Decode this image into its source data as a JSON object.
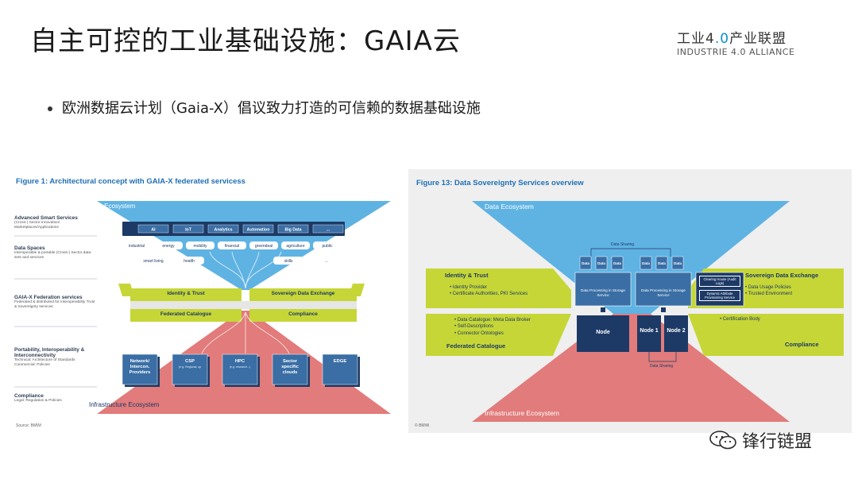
{
  "title": "自主可控的工业基础设施：GAIA云",
  "logo": {
    "top_prefix": "工业4",
    "top_accent": ".0",
    "top_suffix": "产业联盟",
    "bottom": "INDUSTRIE 4.0 ALLIANCE"
  },
  "bullet": "欧洲数据云计划（Gaia-X）倡议致力打造的可信赖的数据基础设施",
  "figure1": {
    "title": "Figure 1: Architectural concept with GAIA-X federated servicess",
    "top_label": "Data Ecosystem",
    "bottom_label": "Infrastructure Ecosystem",
    "source": "Source: BMWi",
    "side_labels": [
      {
        "heading": "Advanced Smart Services",
        "sub": "(Cross-) Sector Innovation/ Marketplaces/Applications"
      },
      {
        "heading": "Data Spaces",
        "sub": "Interoperable & portable (Cross-) Sector data-sets and services"
      },
      {
        "heading": "GAIA-X Federation services",
        "sub": "Federated & distributed for interoperability Trust & Sovereignty services"
      },
      {
        "heading": "Portability, Interoperability & Interconnectivity",
        "sub": "Technical: Architecture of Standards Commercial: Policies"
      },
      {
        "heading": "Compliance",
        "sub": "Legal: Regulation & Policies"
      }
    ],
    "smart_services": [
      "AI",
      "IoT",
      "Analytics",
      "Automation",
      "Big Data",
      "..."
    ],
    "data_domains_row1": [
      "industrial",
      "energy",
      "mobility",
      "financial",
      "greendeal",
      "agriculture",
      "public"
    ],
    "data_domains_row2": [
      "smart living",
      "health",
      "skills",
      "..."
    ],
    "federation_left_top": "Identity & Trust",
    "federation_right_top": "Sovereign Data Exchange",
    "federation_left_bottom": "Federated Catalogue",
    "federation_right_bottom": "Compliance",
    "infra_boxes": [
      {
        "title": "Network/ Intercon. Providers",
        "sub": ""
      },
      {
        "title": "CSP",
        "sub": "(e.g. Regional, specialized, Hyperscaler)"
      },
      {
        "title": "HPC",
        "sub": "(e.g. research...)"
      },
      {
        "title": "Sector specific clouds",
        "sub": ""
      },
      {
        "title": "EDGE",
        "sub": ""
      }
    ]
  },
  "figure2": {
    "title": "Figure 13: Data Sovereignty Services overview",
    "top_label": "Data Ecosystem",
    "bottom_label": "Infrastructure Ecosystem",
    "source": "© BMWi",
    "data_sharing_top": "Data Sharing",
    "data_sharing_bottom": "Data Sharing",
    "data_chip": "Data",
    "processing": "Data Processing in Storage Service",
    "clearing_house": "Clearing House (Audit Logs)",
    "dynamic_attr": "Dynamic Attribute Provisioning Service",
    "identity_title": "Identity & Trust",
    "identity_items": [
      "Identity Provider",
      "Certificate Authorities, PKI Services"
    ],
    "catalogue_items": [
      "Data Catalogue: Meta Data Broker",
      "Self-Descriptions",
      "Connector Ontologies"
    ],
    "catalogue_title": "Federated Catalogue",
    "exchange_title": "Sovereign Data Exchange",
    "exchange_items": [
      "Data Usage Policies",
      "Trusted Environment"
    ],
    "compliance_items": [
      "Certification Body"
    ],
    "compliance_title": "Compliance",
    "node_main": "Node",
    "node_1": "Node 1",
    "node_2": "Node 2"
  },
  "watermark": "锋行链盟",
  "colors": {
    "blue": "#5fb3e3",
    "red": "#e27b7b",
    "lime": "#c6d636",
    "navy": "#1d3a66",
    "title_blue": "#1f6fb5"
  }
}
